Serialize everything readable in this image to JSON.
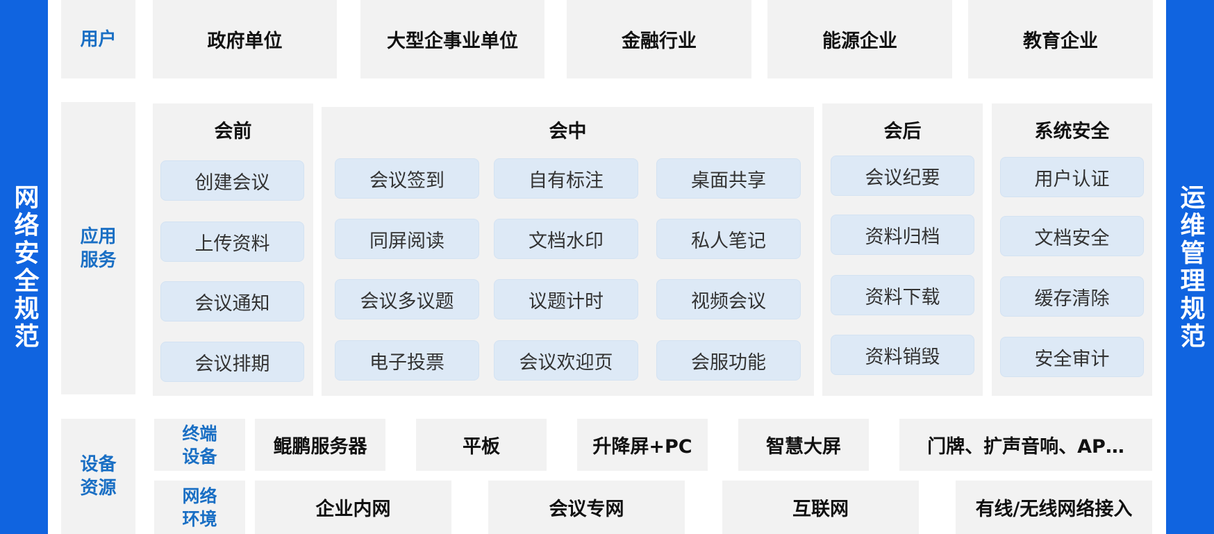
{
  "left_side": "网络安全规范",
  "right_side": "运维管理规范",
  "users": {
    "label": "用户",
    "items": [
      "政府单位",
      "大型企事业单位",
      "金融行业",
      "能源企业",
      "教育企业"
    ]
  },
  "services": {
    "label": "应用服务",
    "before": {
      "title": "会前",
      "items": [
        "创建会议",
        "上传资料",
        "会议通知",
        "会议排期"
      ]
    },
    "during": {
      "title": "会中",
      "items": [
        "会议签到",
        "自有标注",
        "桌面共享",
        "同屏阅读",
        "文档水印",
        "私人笔记",
        "会议多议题",
        "议题计时",
        "视频会议",
        "电子投票",
        "会议欢迎页",
        "会服功能"
      ]
    },
    "after": {
      "title": "会后",
      "items": [
        "会议纪要",
        "资料归档",
        "资料下载",
        "资料销毁"
      ]
    },
    "security": {
      "title": "系统安全",
      "items": [
        "用户认证",
        "文档安全",
        "缓存清除",
        "安全审计"
      ]
    }
  },
  "resources": {
    "label": "设备资源",
    "terminal": {
      "label": "终端设备",
      "items": [
        "鲲鹏服务器",
        "平板",
        "升降屏+PC",
        "智慧大屏",
        "门牌、扩声音响、AP…"
      ]
    },
    "network": {
      "label": "网络环境",
      "items": [
        "企业内网",
        "会议专网",
        "互联网",
        "有线/无线网络接入"
      ]
    }
  },
  "colors": {
    "side_bar": "#1064e0",
    "label_blue": "#1a6fc4",
    "panel": "#f2f2f2",
    "pill": "#dde9f6"
  }
}
